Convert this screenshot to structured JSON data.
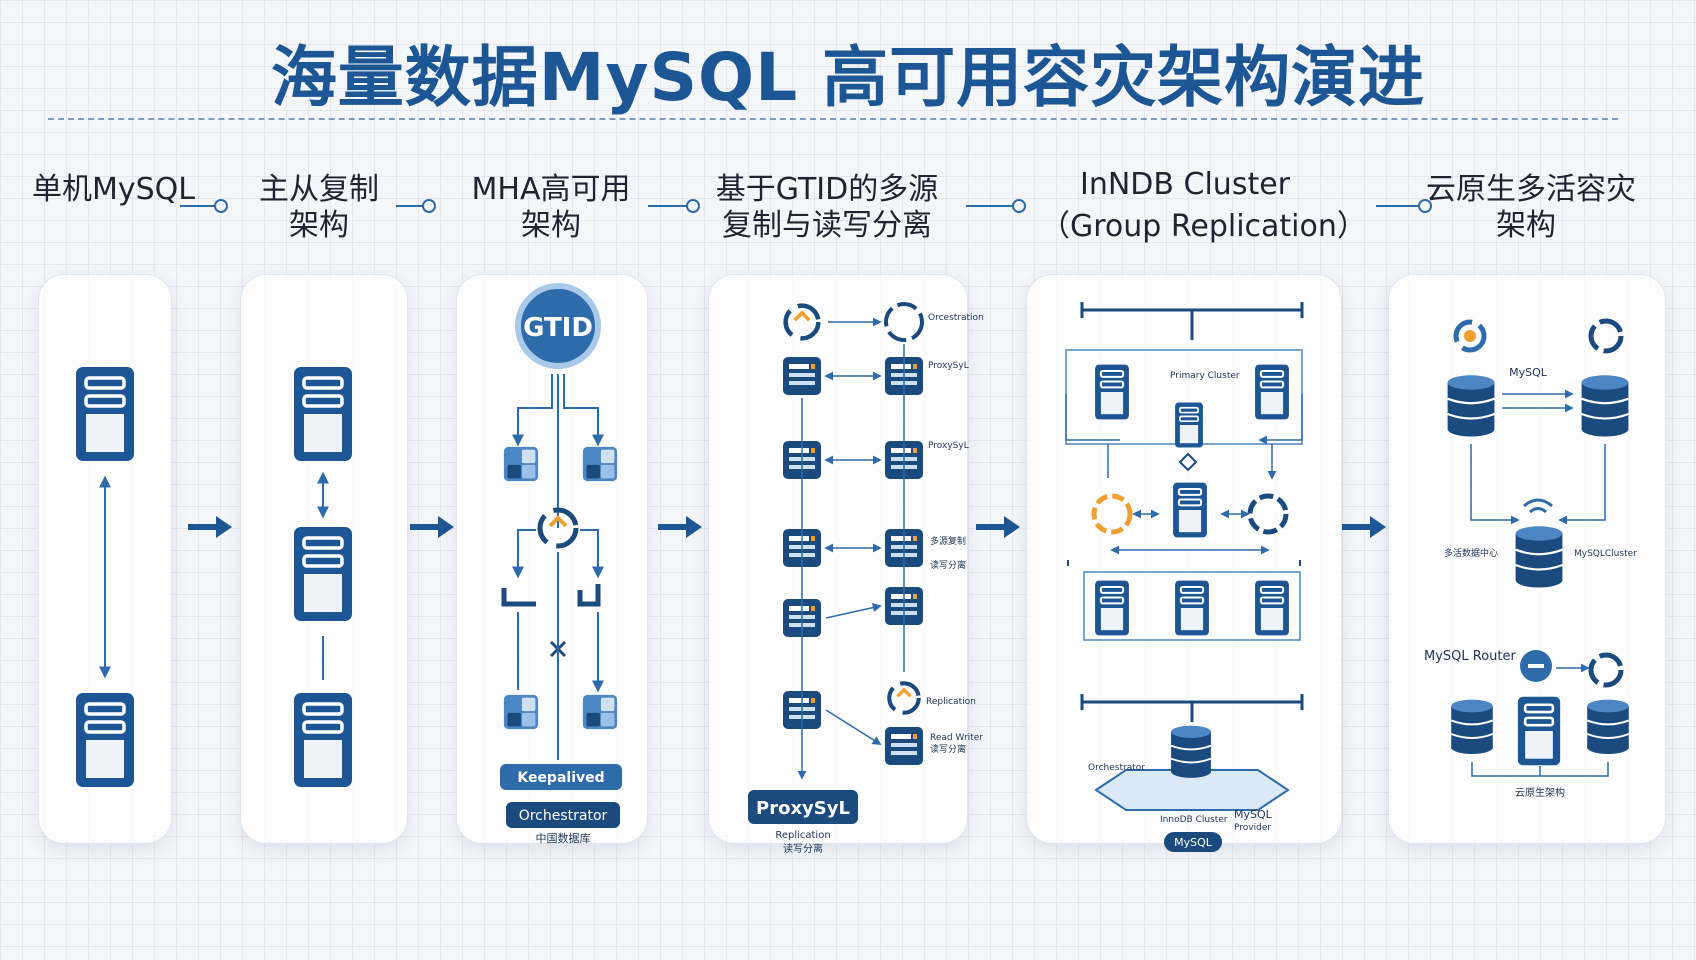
{
  "title": "海量数据MySQL 高可用容灾架构演进",
  "stages": [
    {
      "line1": "单机MySQL",
      "line2": ""
    },
    {
      "line1": "主从复制",
      "line2": "架构"
    },
    {
      "line1": "MHA高可用",
      "line2": "架构"
    },
    {
      "line1": "基于GTID的多源",
      "line2": "复制与读写分离"
    },
    {
      "line1": "InNDB Cluster",
      "line2": "（Group Replication）"
    },
    {
      "line1": "云原生多活容灾",
      "line2": "架构"
    }
  ],
  "mha": {
    "badge": "GTID",
    "keepalived": "Keepalived",
    "orchestrator": "Orchestrator",
    "footer": "中国数据库"
  },
  "gtid": {
    "orchestration": "Orcestration",
    "proxy_label_1": "ProxySyL",
    "proxy_label_2": "ProxySyL",
    "side_label_1": "多源复制",
    "side_label_2": "读写分离",
    "side_label_3": "Replication",
    "side_label_4": "Read Writer",
    "side_label_5": "读写分离",
    "proxysql_box": "ProxySyL",
    "footer_1": "Replication",
    "footer_2": "读写分离"
  },
  "innodb": {
    "primary_cluster": "Primary Cluster",
    "bottom_left": "Orchestrator",
    "bottom_mid": "InnoDB Cluster",
    "mysql_badge": "MySQL",
    "provider_line1": "MySQL",
    "provider_line2": "Provider"
  },
  "cloud": {
    "mysql_label": "MySQL",
    "left_caption": "多活数据中心",
    "right_caption": "MySQLCluster",
    "router": "MySQL Router",
    "footer": "云原生架构"
  },
  "colors": {
    "accent": "#1d5695",
    "dark": "#1a4a7e",
    "light": "#e8f1fb",
    "orange": "#f0a030"
  }
}
